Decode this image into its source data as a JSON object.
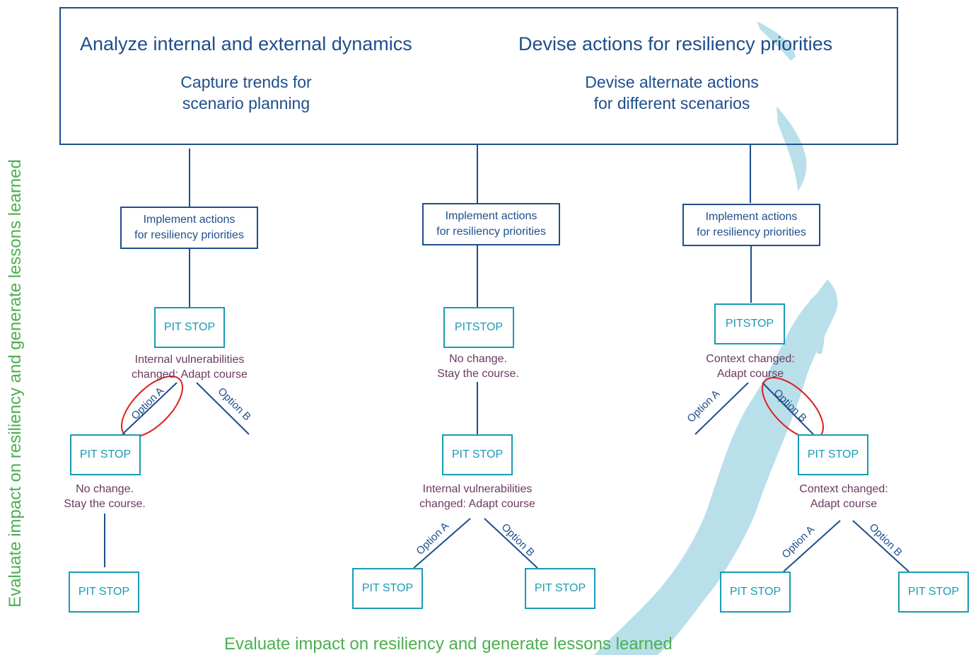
{
  "top": {
    "left_heading": "Analyze internal and external dynamics",
    "left_sub_1": "Capture trends for",
    "left_sub_2": "scenario planning",
    "right_heading": "Devise actions for resiliency priorities",
    "right_sub_1": "Devise alternate actions",
    "right_sub_2": "for different scenarios"
  },
  "implement_line1": "Implement actions",
  "implement_line2": "for resiliency priorities",
  "pit_stop": "PIT STOP",
  "pitstop": "PITSTOP",
  "captions": {
    "internal_1": "Internal vulnerabilities",
    "internal_2": "changed: Adapt course",
    "nochange_1": "No change.",
    "nochange_2": "Stay the course.",
    "context_1": "Context changed:",
    "context_2": "Adapt course"
  },
  "option_a": "Option A",
  "option_b": "Option B",
  "evaluate": "Evaluate impact on resiliency and generate lessons learned",
  "colors": {
    "navy": "#1f4e8c",
    "teal": "#1a9bb5",
    "plum": "#6b3a5e",
    "green": "#4caf50",
    "highlight": "#e02020",
    "river": "#b9dfea"
  }
}
